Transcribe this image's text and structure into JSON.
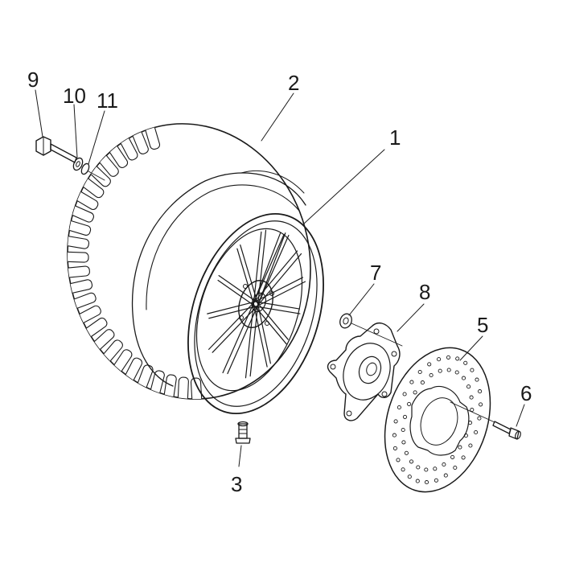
{
  "diagram": {
    "callouts": [
      {
        "id": "c1",
        "text": "1"
      },
      {
        "id": "c2",
        "text": "2"
      },
      {
        "id": "c3",
        "text": "3"
      },
      {
        "id": "c5",
        "text": "5"
      },
      {
        "id": "c6",
        "text": "6"
      },
      {
        "id": "c7",
        "text": "7"
      },
      {
        "id": "c8",
        "text": "8"
      },
      {
        "id": "c9",
        "text": "9"
      },
      {
        "id": "c10",
        "text": "10"
      },
      {
        "id": "c11",
        "text": "11"
      }
    ]
  }
}
